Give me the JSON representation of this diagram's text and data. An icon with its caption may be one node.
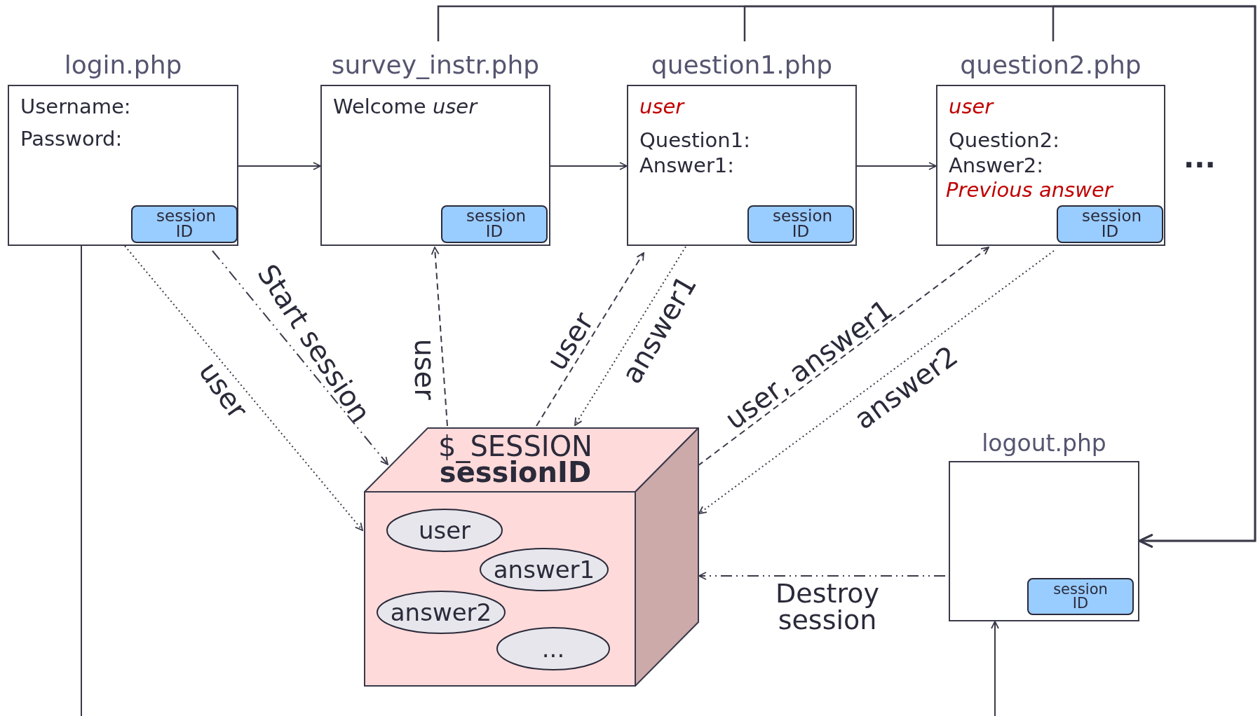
{
  "diagram": {
    "nodes": [
      {
        "text": [
          "login.php",
          "Username:",
          "Password:"
        ]
      },
      {
        "text": [
          "session ID"
        ],
        "in": 0
      },
      {
        "text": [
          "survey_instr.php",
          "Welcome *user*"
        ]
      },
      {
        "text": [
          "session ID"
        ],
        "in": 2
      },
      {
        "text": [
          "question1.php",
          "user",
          "Question1:",
          "Answer1:"
        ]
      },
      {
        "text": [
          "session ID"
        ],
        "in": 4
      },
      {
        "text": [
          "question2.php",
          "user",
          "Question2:",
          "Answer2:",
          "Previous answer"
        ]
      },
      {
        "text": [
          "session ID"
        ],
        "in": 6
      },
      {
        "text": [
          "$_SESSION",
          "sessionID"
        ]
      },
      {
        "text": [
          "user"
        ],
        "in": 8
      },
      {
        "text": [
          "answer1"
        ],
        "in": 8
      },
      {
        "text": [
          "answer2"
        ],
        "in": 8
      },
      {
        "text": [
          "..."
        ],
        "in": 8
      },
      {
        "text": [
          "logout.php"
        ]
      },
      {
        "text": [
          "session ID"
        ],
        "in": 13
      },
      {
        "text": [],
        "shape": "box"
      }
    ],
    "edges": [
      {
        "from": 0,
        "to": 2,
        "arrow": "to"
      },
      {
        "from": 2,
        "to": 4,
        "arrow": "to"
      },
      {
        "from": 4,
        "to": 6,
        "arrow": "to"
      },
      {
        "from": 0,
        "to": null,
        "arrow": "none"
      },
      {
        "from": null,
        "to": 13,
        "arrow": "to"
      },
      {
        "from": 2,
        "to": 13,
        "arrow": "to"
      },
      {
        "from": 4,
        "to": 13,
        "arrow": "to"
      },
      {
        "from": 6,
        "to": 13,
        "arrow": "to"
      },
      {
        "from": 0,
        "to": 8,
        "arrow": "to",
        "label": "user",
        "style": "dashed"
      },
      {
        "from": 0,
        "to": 8,
        "arrow": "to",
        "label": "Start session",
        "style": "dashed"
      },
      {
        "from": 8,
        "to": 2,
        "arrow": "to",
        "label": "user",
        "style": "dashed"
      },
      {
        "from": 8,
        "to": 4,
        "arrow": "to",
        "label": "user",
        "style": "dashed"
      },
      {
        "from": 4,
        "to": 8,
        "arrow": "to",
        "label": "answer1",
        "style": "dashed"
      },
      {
        "from": 15,
        "to": 6,
        "arrow": "to",
        "label": "user, answer1",
        "style": "dashed"
      },
      {
        "from": 6,
        "to": 15,
        "arrow": "to",
        "label": "answer2",
        "style": "dashed"
      },
      {
        "from": 13,
        "to": 15,
        "arrow": "to",
        "label": "Destroy session",
        "style": "dashed"
      }
    ],
    "labels": [
      "..."
    ]
  }
}
